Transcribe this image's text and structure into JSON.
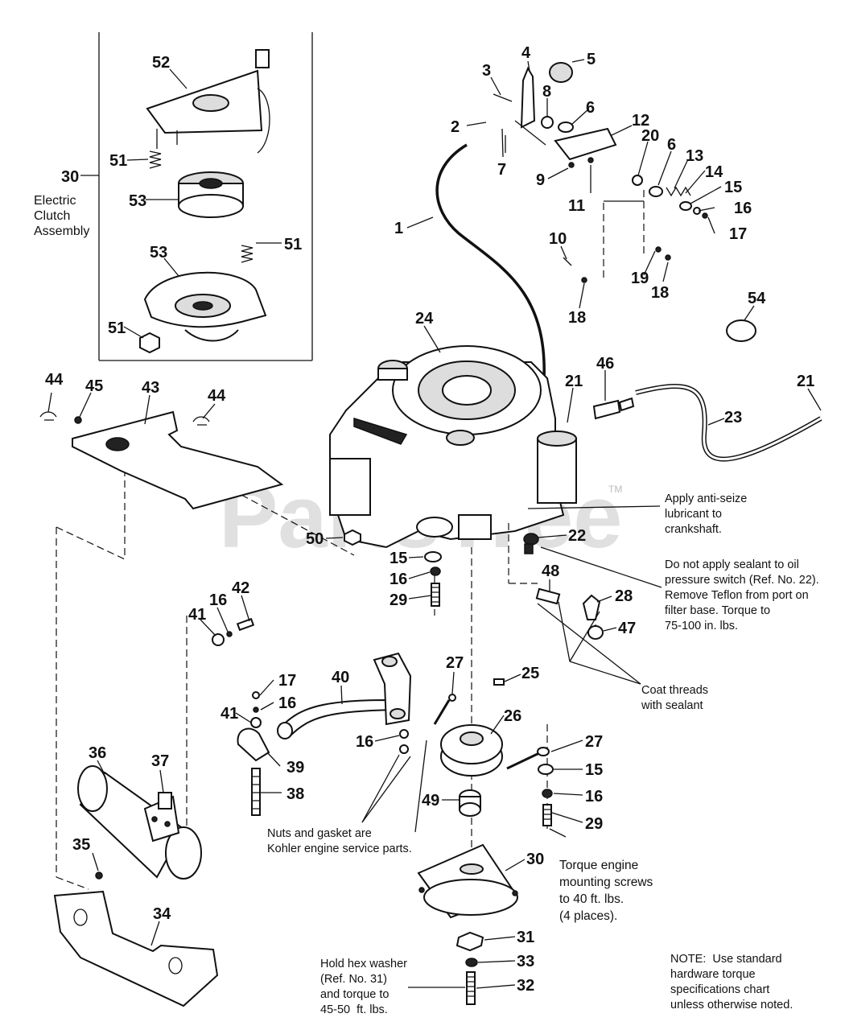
{
  "watermark": {
    "text": "PartsTree",
    "trademark": "TM"
  },
  "assembly_label": {
    "number": "30",
    "text_line1": "Electric",
    "text_line2": "Clutch",
    "text_line3": "Assembly"
  },
  "callouts": [
    {
      "id": "52",
      "label": "52"
    },
    {
      "id": "51a",
      "label": "51"
    },
    {
      "id": "53a",
      "label": "53"
    },
    {
      "id": "51b",
      "label": "51"
    },
    {
      "id": "53b",
      "label": "53"
    },
    {
      "id": "51c",
      "label": "51"
    },
    {
      "id": "3",
      "label": "3"
    },
    {
      "id": "4",
      "label": "4"
    },
    {
      "id": "5",
      "label": "5"
    },
    {
      "id": "8",
      "label": "8"
    },
    {
      "id": "6a",
      "label": "6"
    },
    {
      "id": "2",
      "label": "2"
    },
    {
      "id": "7",
      "label": "7"
    },
    {
      "id": "12",
      "label": "12"
    },
    {
      "id": "9",
      "label": "9"
    },
    {
      "id": "11",
      "label": "11"
    },
    {
      "id": "20",
      "label": "20"
    },
    {
      "id": "6b",
      "label": "6"
    },
    {
      "id": "13",
      "label": "13"
    },
    {
      "id": "14",
      "label": "14"
    },
    {
      "id": "15a",
      "label": "15"
    },
    {
      "id": "16a",
      "label": "16"
    },
    {
      "id": "17a",
      "label": "17"
    },
    {
      "id": "1",
      "label": "1"
    },
    {
      "id": "10",
      "label": "10"
    },
    {
      "id": "19",
      "label": "19"
    },
    {
      "id": "18a",
      "label": "18"
    },
    {
      "id": "18b",
      "label": "18"
    },
    {
      "id": "54",
      "label": "54"
    },
    {
      "id": "24",
      "label": "24"
    },
    {
      "id": "46",
      "label": "46"
    },
    {
      "id": "21a",
      "label": "21"
    },
    {
      "id": "21b",
      "label": "21"
    },
    {
      "id": "23",
      "label": "23"
    },
    {
      "id": "44a",
      "label": "44"
    },
    {
      "id": "45",
      "label": "45"
    },
    {
      "id": "43",
      "label": "43"
    },
    {
      "id": "44b",
      "label": "44"
    },
    {
      "id": "22",
      "label": "22"
    },
    {
      "id": "50",
      "label": "50"
    },
    {
      "id": "15b",
      "label": "15"
    },
    {
      "id": "16b",
      "label": "16"
    },
    {
      "id": "29a",
      "label": "29"
    },
    {
      "id": "48",
      "label": "48"
    },
    {
      "id": "28",
      "label": "28"
    },
    {
      "id": "47",
      "label": "47"
    },
    {
      "id": "42",
      "label": "42"
    },
    {
      "id": "16c",
      "label": "16"
    },
    {
      "id": "41a",
      "label": "41"
    },
    {
      "id": "27a",
      "label": "27"
    },
    {
      "id": "25",
      "label": "25"
    },
    {
      "id": "17b",
      "label": "17"
    },
    {
      "id": "16d",
      "label": "16"
    },
    {
      "id": "40",
      "label": "40"
    },
    {
      "id": "41b",
      "label": "41"
    },
    {
      "id": "16e",
      "label": "16"
    },
    {
      "id": "26",
      "label": "26"
    },
    {
      "id": "36",
      "label": "36"
    },
    {
      "id": "37",
      "label": "37"
    },
    {
      "id": "39",
      "label": "39"
    },
    {
      "id": "38",
      "label": "38"
    },
    {
      "id": "27b",
      "label": "27"
    },
    {
      "id": "15c",
      "label": "15"
    },
    {
      "id": "49",
      "label": "49"
    },
    {
      "id": "16f",
      "label": "16"
    },
    {
      "id": "29b",
      "label": "29"
    },
    {
      "id": "35",
      "label": "35"
    },
    {
      "id": "30b",
      "label": "30"
    },
    {
      "id": "34",
      "label": "34"
    },
    {
      "id": "31",
      "label": "31"
    },
    {
      "id": "33",
      "label": "33"
    },
    {
      "id": "32",
      "label": "32"
    }
  ],
  "notes": {
    "anti_seize": "Apply anti-seize\nlubricant to\ncrankshaft.",
    "oil_switch": "Do not apply sealant to oil\npressure switch (Ref. No. 22).\nRemove Teflon from port on\nfilter base. Torque to\n75-100 in. lbs.",
    "coat_threads": "Coat threads\nwith sealant",
    "kohler": "Nuts and gasket are\nKohler engine service parts.",
    "torque_engine": "Torque engine\nmounting screws\nto 40 ft. lbs.\n(4 places).",
    "hex_washer": "Hold hex washer\n(Ref. No. 31)\nand torque to\n45-50  ft. lbs.",
    "general": "NOTE:  Use standard\nhardware torque\nspecifications chart\nunless otherwise noted."
  }
}
